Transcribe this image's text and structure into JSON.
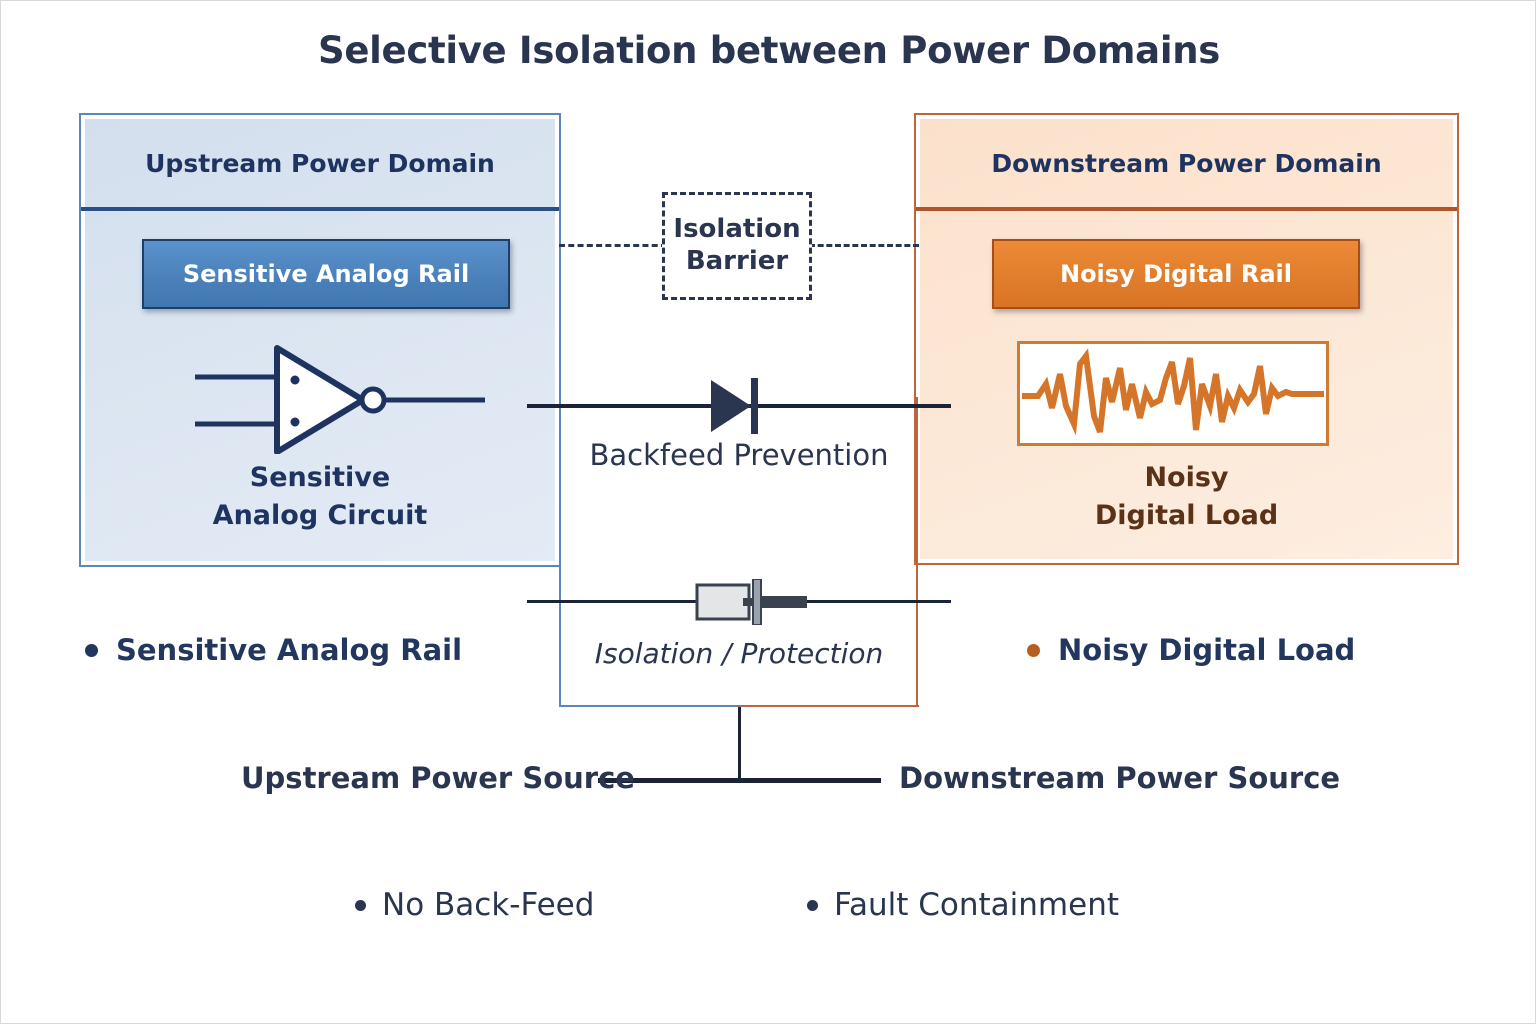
{
  "title": "Selective Isolation between Power Domains",
  "upstream": {
    "header": "Upstream Power Domain",
    "rail_label": "Sensitive Analog Rail",
    "circuit_label_line1": "Sensitive",
    "circuit_label_line2": "Analog Circuit",
    "circuit_icon": "inverter-gate-icon"
  },
  "downstream": {
    "header": "Downstream Power Domain",
    "rail_label": "Noisy Digital Rail",
    "load_label_line1": "Noisy",
    "load_label_line2": "Digital Load",
    "scope_icon": "noise-waveform-icon"
  },
  "center": {
    "barrier_line1": "Isolation",
    "barrier_line2": "Barrier",
    "diode_label": "Backfeed Prevention",
    "diode_icon": "diode-icon",
    "fuse_label": "Isolation / Protection",
    "fuse_icon": "fuse-icon"
  },
  "sources": {
    "upstream": "Upstream Power Source",
    "downstream": "Downstream Power Source"
  },
  "bullets": {
    "mid": [
      {
        "label": "Sensitive Analog Rail",
        "dot_color": "#22365e"
      },
      {
        "label": "Noisy Digital Load",
        "dot_color": "#b5601f"
      }
    ],
    "bottom": [
      {
        "label": "No Back-Feed"
      },
      {
        "label": "Fault Containment"
      }
    ]
  },
  "colors": {
    "title": "#2a3550",
    "upstream_border": "#5b87bb",
    "upstream_fill": "#dbe5f1",
    "upstream_accent": "#2a4f86",
    "analog_rail_fill": "#4a80b9",
    "downstream_border": "#c0653a",
    "downstream_fill": "#fce7d5",
    "downstream_accent": "#b0542c",
    "digital_rail_fill": "#e07d2c",
    "wire": "#1b2436",
    "noise_trace": "#d4752a"
  }
}
